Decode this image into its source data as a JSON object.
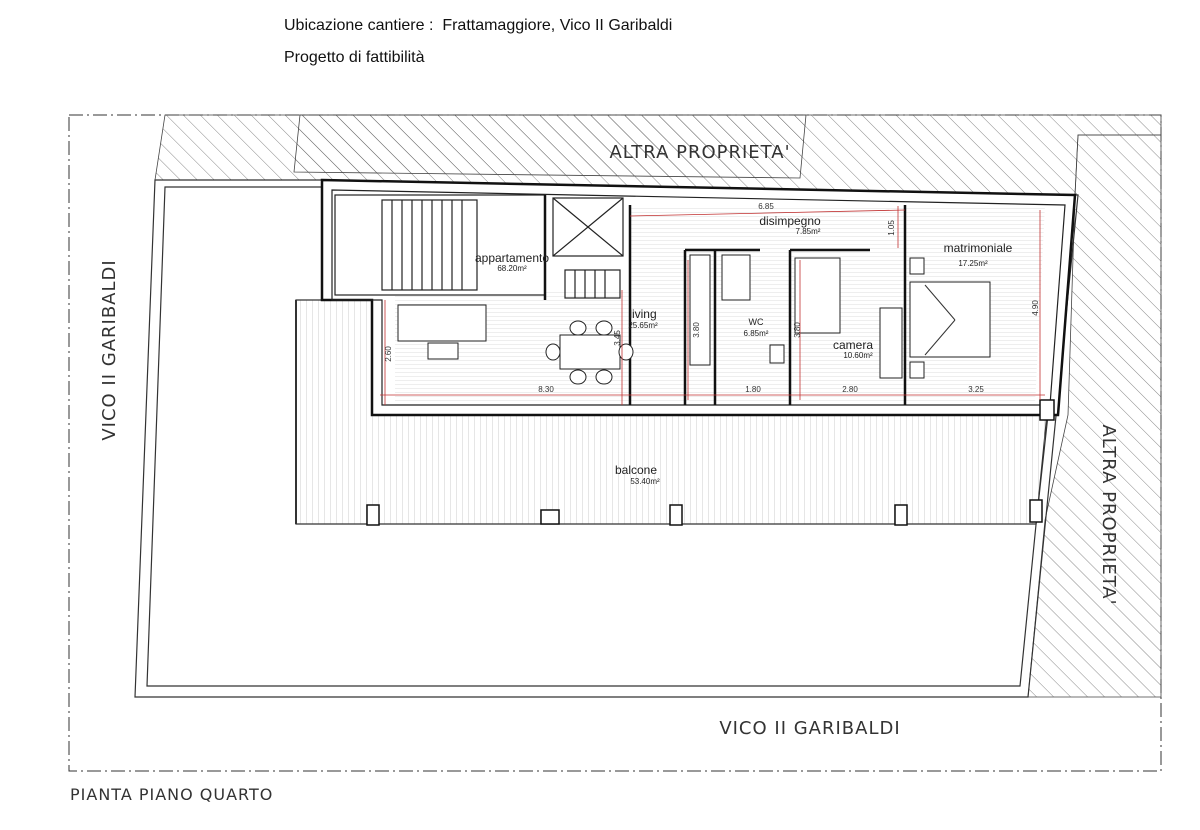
{
  "header": {
    "location_label": "Ubicazione cantiere :",
    "location_value": "Frattamaggiore, Vico II Garibaldi",
    "project_type": "Progetto di fattibilità"
  },
  "streets": {
    "top": "ALTRA PROPRIETA'",
    "right": "ALTRA PROPRIETA'",
    "left": "VICO II GARIBALDI",
    "bottom": "VICO II GARIBALDI"
  },
  "rooms": {
    "appartamento": {
      "name": "appartamento",
      "area": "68.20m²"
    },
    "disimpegno": {
      "name": "disimpegno",
      "area": "7.85m²"
    },
    "matrimoniale": {
      "name": "matrimoniale",
      "area": "17.25m²"
    },
    "living": {
      "name": "living",
      "area": "25.65m²"
    },
    "wc": {
      "name": "WC",
      "area": "6.85m²"
    },
    "camera": {
      "name": "camera",
      "area": "10.60m²"
    },
    "balcone": {
      "name": "balcone",
      "area": "53.40m²"
    }
  },
  "dimensions": {
    "disimpegno_width": "6.85",
    "disimpegno_depth": "1.05",
    "matrimoniale_depth": "4.90",
    "living_depth": "3.45",
    "living_wall": "3.80",
    "camera_wall": "3.80",
    "sofa_depth": "2.60",
    "living_width": "8.30",
    "wc_width": "1.80",
    "camera_width": "2.80",
    "matrimoniale_width": "3.25"
  },
  "drawing_title": "PIANTA PIANO QUARTO"
}
